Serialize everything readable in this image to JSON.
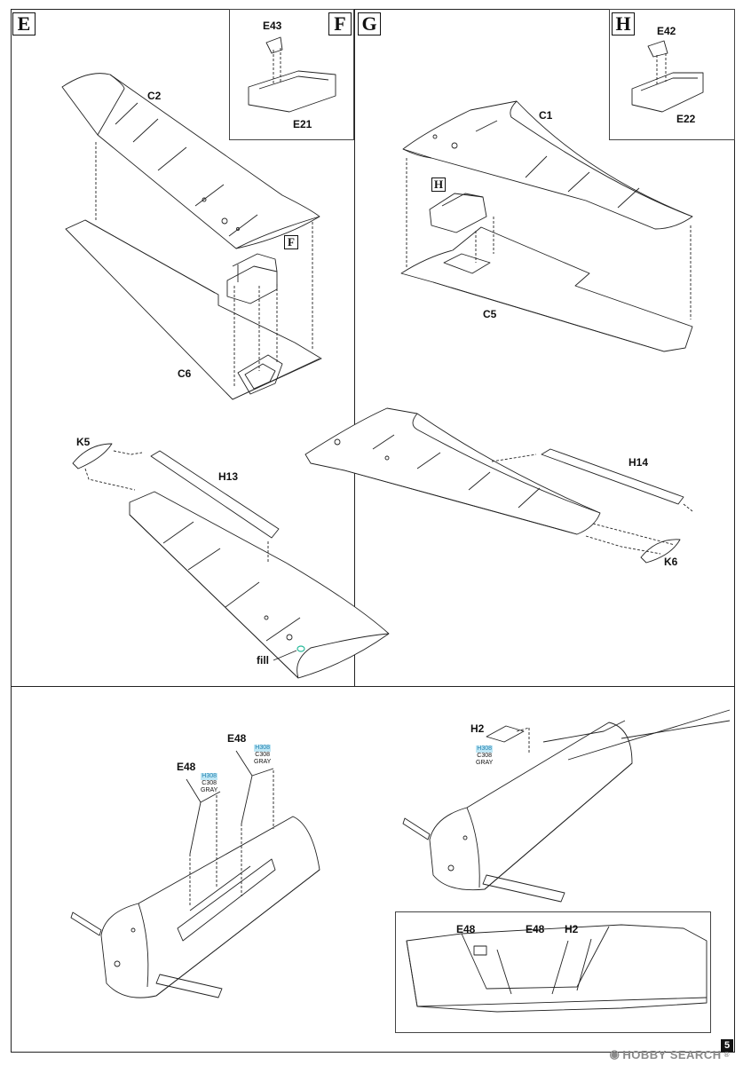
{
  "steps": {
    "E": {
      "label": "E"
    },
    "F": {
      "label": "F"
    },
    "G": {
      "label": "G"
    },
    "H": {
      "label": "H"
    }
  },
  "parts": {
    "C2": "C2",
    "C6": "C6",
    "E43": "E43",
    "E21": "E21",
    "C1": "C1",
    "C5": "C5",
    "E42": "E42",
    "E22": "E22",
    "K5": "K5",
    "H13": "H13",
    "H14": "H14",
    "K6": "K6",
    "fill": "fill",
    "E48_a": "E48",
    "E48_b": "E48",
    "H2": "H2",
    "E48_c": "E48",
    "E48_d": "E48",
    "H2_b": "H2"
  },
  "paint": {
    "code_h": "H308",
    "code_c": "C308",
    "name": "GRAY",
    "highlight": "#bfe7f5"
  },
  "footer": {
    "logo": "HOBBY SEARCH",
    "registered": "®",
    "page": "5"
  }
}
